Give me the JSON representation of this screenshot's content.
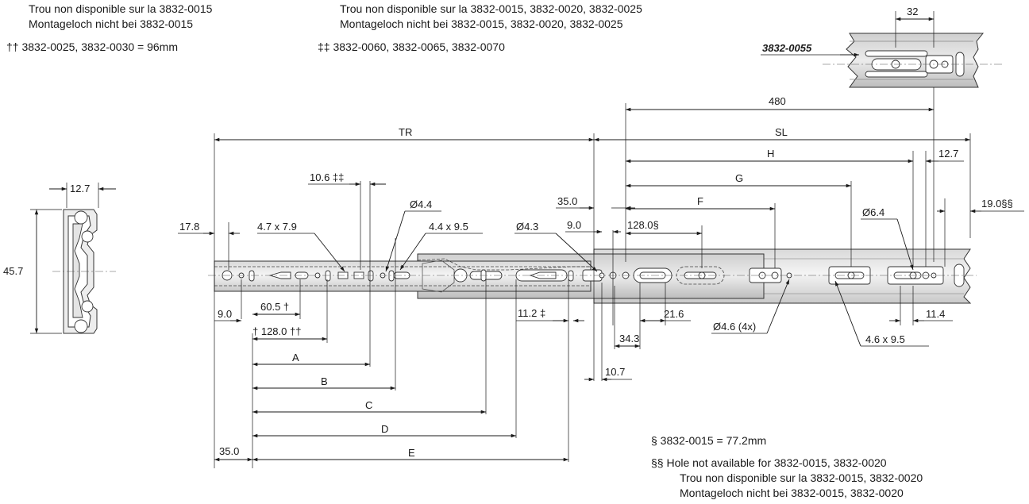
{
  "notes_top_left": {
    "line1": "Trou non disponible sur la 3832-0015",
    "line2": "Montageloch nicht bei 3832-0015",
    "dagger2": "†† 3832-0025, 3832-0030 = 96mm"
  },
  "notes_top_mid": {
    "line1": "Trou non disponible sur la 3832-0015, 3832-0020, 3832-0025",
    "line2": "Montageloch nicht bei 3832-0015, 3832-0020, 3832-0025",
    "ddagger2": "‡‡ 3832-0060, 3832-0065, 3832-0070"
  },
  "notes_bottom": {
    "section": "§    3832-0015 = 77.2mm",
    "ss_line1": "§§  Hole not available for 3832-0015, 3832-0020",
    "ss_line2": "Trou non disponible sur la 3832-0015, 3832-0020",
    "ss_line3": "Montageloch nicht bei 3832-0015, 3832-0020"
  },
  "detail": {
    "part_label": "3832-0055",
    "pitch": "32"
  },
  "cross_section": {
    "width": "12.7",
    "height": "45.7"
  },
  "dims": {
    "d480": "480",
    "TR": "TR",
    "SL": "SL",
    "H": "H",
    "G": "G",
    "F": "F",
    "d12_7": "12.7",
    "d19_0ss": "19.0§§",
    "d10_6": "10.6 ‡‡",
    "d35_0top": "35.0",
    "d4_4": "Ø4.4",
    "d17_8": "17.8",
    "d4_7x7_9": "4.7 x 7.9",
    "d4_4x9_5": "4.4 x 9.5",
    "d4_3": "Ø4.3",
    "d9_0top": "9.0",
    "d128s": "128.0§",
    "d6_4": "Ø6.4",
    "d9_0left": "9.0",
    "d60_5": "60.5 †",
    "d128dd": "† 128.0 ††",
    "d11_2": "11.2 ‡",
    "d21_6": "21.6",
    "d4_6x4": "Ø4.6 (4x)",
    "d11_4": "11.4",
    "d34_3": "34.3",
    "d4_6x9_5": "4.6 x 9.5",
    "d10_7": "10.7",
    "A": "A",
    "B": "B",
    "C": "C",
    "D": "D",
    "E": "E",
    "d35_0bottom": "35.0"
  }
}
